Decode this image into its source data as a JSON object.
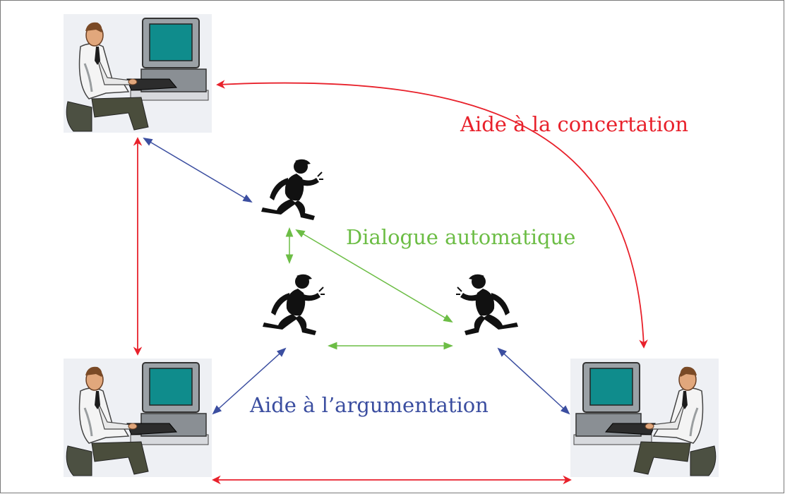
{
  "labels": {
    "concertation": "Aide à la concertation",
    "dialogue": "Dialogue automatique",
    "argumentation": "Aide à l’argumentation"
  },
  "colors": {
    "concertation": "#e8212b",
    "dialogue": "#6cbd45",
    "argumentation": "#3b4ea0",
    "figure": "#111111",
    "screen": "#0f8c8c",
    "panel_bg": "#eef0f4"
  },
  "icons": {
    "users": [
      "person-at-computer-icon",
      "person-at-computer-icon",
      "person-at-computer-icon"
    ],
    "agents": [
      "running-figure-icon",
      "running-figure-icon",
      "running-figure-icon"
    ]
  }
}
